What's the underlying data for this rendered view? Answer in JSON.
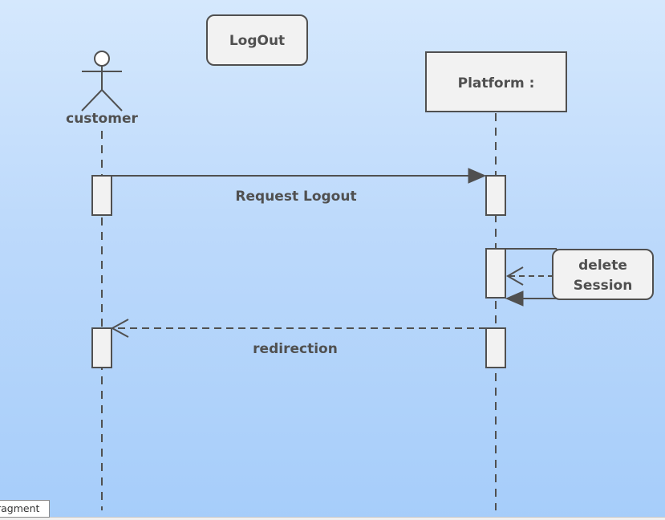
{
  "diagram": {
    "frame_label": "LogOut",
    "lifelines": [
      {
        "id": "customer",
        "kind": "actor",
        "label": "customer"
      },
      {
        "id": "platform",
        "kind": "object",
        "label": "Platform :"
      }
    ],
    "messages": [
      {
        "from": "customer",
        "to": "platform",
        "label": "Request Logout",
        "style": "synchronous"
      },
      {
        "from": "platform",
        "to": "platform",
        "label": "delete Session",
        "label_lines": [
          "delete",
          "Session"
        ],
        "style": "self-call"
      },
      {
        "from": "platform",
        "to": "customer",
        "label": "redirection",
        "style": "return"
      }
    ]
  },
  "fragment_tab": {
    "label": "ragment"
  },
  "colors": {
    "background_top": "#d5e8fd",
    "background_bottom": "#a6cdfa",
    "box_fill": "#f2f2f2",
    "stroke": "#505050",
    "text": "#505050"
  }
}
